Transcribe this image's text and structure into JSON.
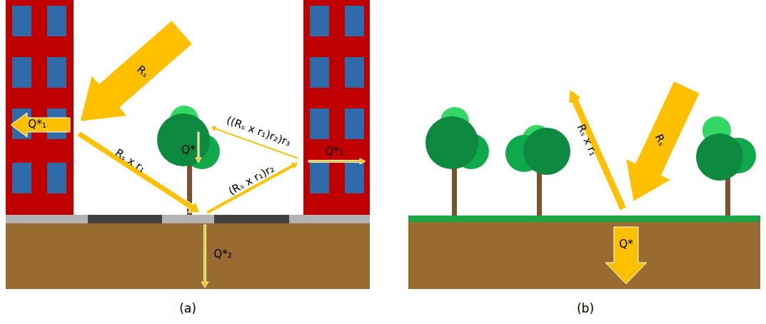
{
  "diagram": {
    "labels": [
      "Rₛ",
      "Q*₁",
      "Rₛ x r₁",
      "Q*",
      "((Rₛ x r₁)r₂)r₃",
      "(Rₛ x r₁)r₂",
      "Q*₃",
      "Q*₂",
      "(a)",
      "Rₛ x r₁",
      "Rₛ",
      "Q*",
      "(b)"
    ]
  }
}
